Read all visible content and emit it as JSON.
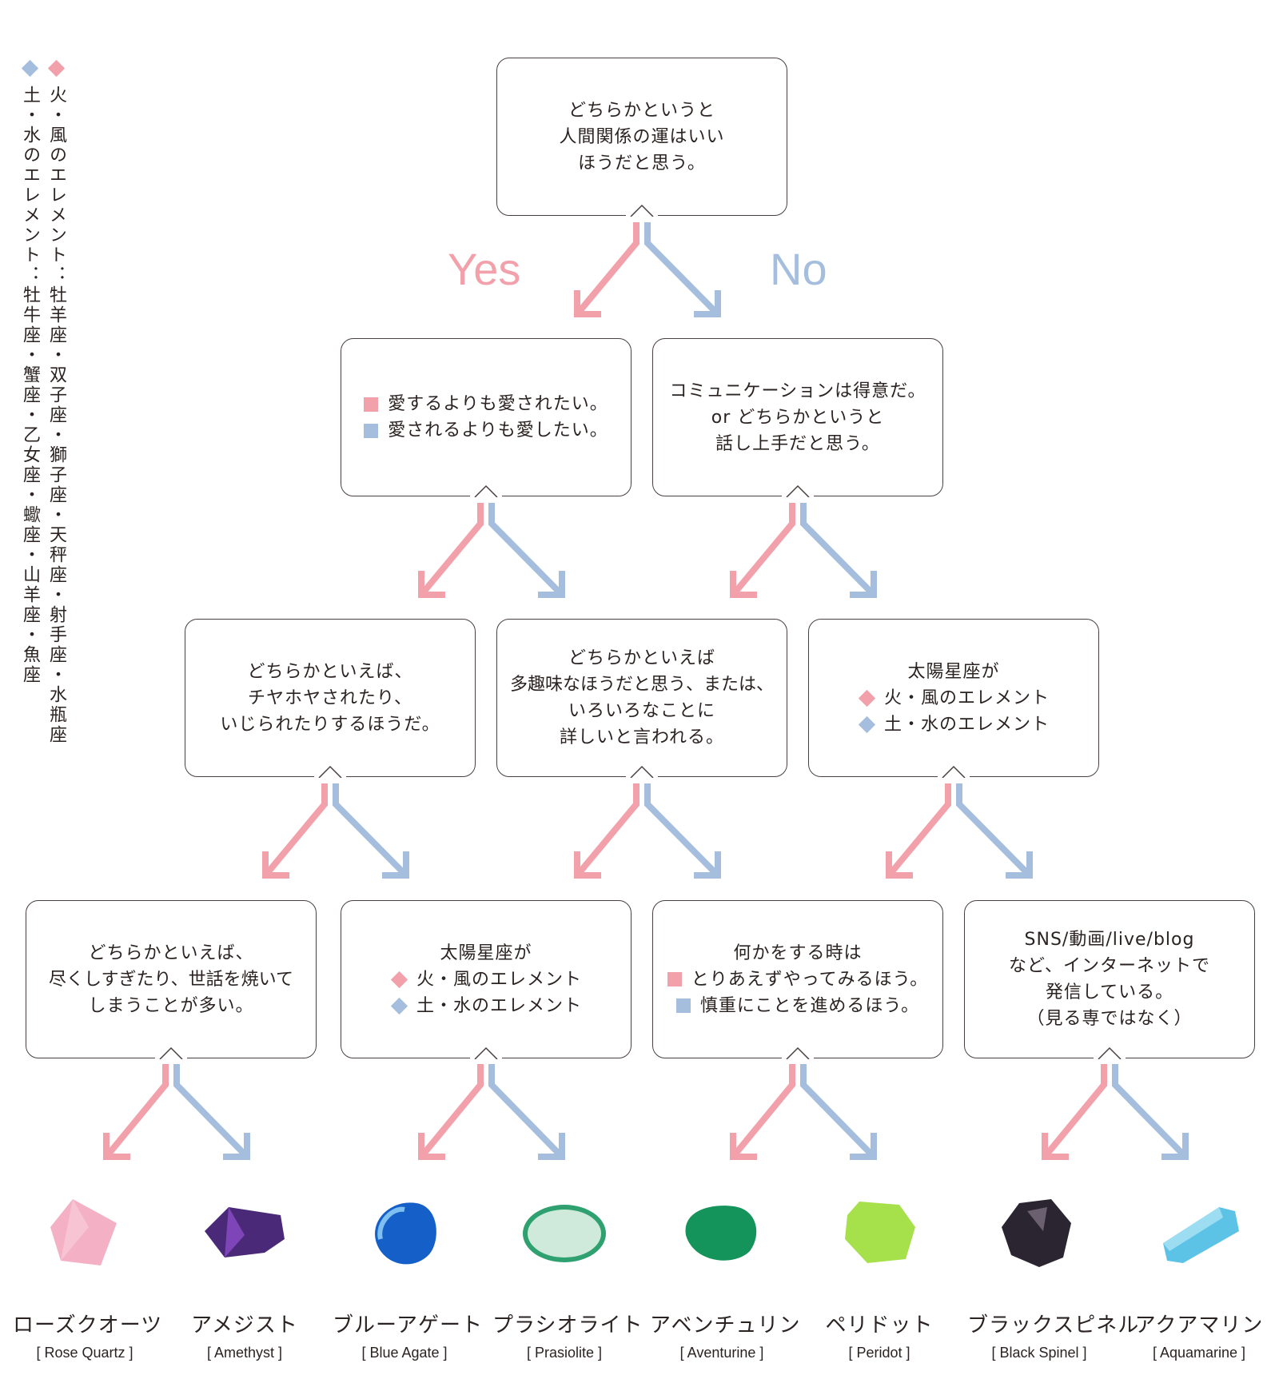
{
  "legend": {
    "fire_air": {
      "label": "火・風のエレメント：牡羊座・双子座・獅子座・天秤座・射手座・水瓶座",
      "color": "#f2a0aa"
    },
    "earth_water": {
      "label": "土・水のエレメント：牡牛座・蟹座・乙女座・蠍座・山羊座・魚座",
      "color": "#a5bedd"
    }
  },
  "branch_labels": {
    "yes": "Yes",
    "no": "No"
  },
  "colors": {
    "yes": "#f2a0aa",
    "no": "#a5bedd",
    "border": "#4a4040",
    "text": "#2b2322"
  },
  "nodes": {
    "q1": {
      "lines": [
        "どちらかというと",
        "人間関係の運はいい",
        "ほうだと思う。"
      ]
    },
    "q2a": {
      "options": [
        {
          "marker": "square-pink",
          "text": "愛するよりも愛されたい。"
        },
        {
          "marker": "square-blue",
          "text": "愛されるよりも愛したい。"
        }
      ]
    },
    "q2b": {
      "lines": [
        "コミュニケーションは得意だ。",
        "or どちらかというと",
        "話し上手だと思う。"
      ]
    },
    "q3a": {
      "lines": [
        "どちらかといえば、",
        "チヤホヤされたり、",
        "いじられたりするほうだ。"
      ]
    },
    "q3b": {
      "lines": [
        "どちらかといえば",
        "多趣味なほうだと思う、または、",
        "いろいろなことに",
        "詳しいと言われる。"
      ]
    },
    "q3c": {
      "title": "太陽星座が",
      "options": [
        {
          "marker": "diamond-pink",
          "text": "火・風のエレメント"
        },
        {
          "marker": "diamond-blue",
          "text": "土・水のエレメント"
        }
      ]
    },
    "q4a": {
      "lines": [
        "どちらかといえば、",
        "尽くしすぎたり、世話を焼いて",
        "しまうことが多い。"
      ]
    },
    "q4b": {
      "title": "太陽星座が",
      "options": [
        {
          "marker": "diamond-pink",
          "text": "火・風のエレメント"
        },
        {
          "marker": "diamond-blue",
          "text": "土・水のエレメント"
        }
      ]
    },
    "q4c": {
      "title": "何かをする時は",
      "options": [
        {
          "marker": "square-pink",
          "text": "とりあえずやってみるほう。"
        },
        {
          "marker": "square-blue",
          "text": "慎重にことを進めるほう。"
        }
      ]
    },
    "q4d": {
      "lines": [
        "SNS/動画/live/blog",
        "など、インターネットで",
        "発信している。",
        "（見る専ではなく）"
      ]
    }
  },
  "results": [
    {
      "jp": "ローズクオーツ",
      "en": "[ Rose Quartz ]",
      "color": "#f3a9c0",
      "icon": "rose-quartz-gem"
    },
    {
      "jp": "アメジスト",
      "en": "[ Amethyst ]",
      "color": "#4a2a78",
      "icon": "amethyst-gem"
    },
    {
      "jp": "ブルーアゲート",
      "en": "[ Blue Agate ]",
      "color": "#1560c8",
      "icon": "blue-agate-gem"
    },
    {
      "jp": "プラシオライト",
      "en": "[ Prasiolite ]",
      "color": "#cfe9da",
      "icon": "prasiolite-gem"
    },
    {
      "jp": "アベンチュリン",
      "en": "[ Aventurine ]",
      "color": "#14935a",
      "icon": "aventurine-gem"
    },
    {
      "jp": "ペリドット",
      "en": "[ Peridot ]",
      "color": "#a6e04a",
      "icon": "peridot-gem"
    },
    {
      "jp": "ブラックスピネル",
      "en": "[ Black Spinel ]",
      "color": "#2a2530",
      "icon": "black-spinel-gem"
    },
    {
      "jp": "アクアマリン",
      "en": "[ Aquamarine ]",
      "color": "#5cc3e6",
      "icon": "aquamarine-gem"
    }
  ]
}
